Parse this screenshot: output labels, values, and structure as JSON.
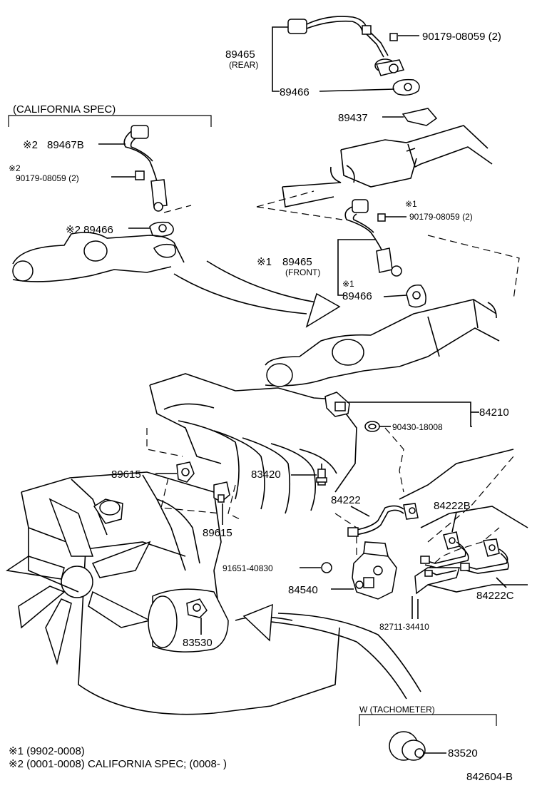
{
  "labels": {
    "rear_o2_sensor": "89465",
    "rear_note": "(REAR)",
    "rear_gasket": "89466",
    "rear_nut": "90179-08059 (2)",
    "heat_insulator": "89437",
    "cal_spec_header": "(CALIFORNIA SPEC)",
    "cal_mark_sensor": "※2",
    "cal_sensor": "89467B",
    "cal_mark_nut": "※2",
    "cal_nut": "90179-08059 (2)",
    "cal_gasket": "※2 89466",
    "front_mark_nut": "※1",
    "front_nut": "90179-08059 (2)",
    "front_mark_sensor": "※1",
    "front_o2_sensor": "89465",
    "front_note": "(FRONT)",
    "front_mark_gasket": "※1",
    "front_gasket": "89466",
    "knock_sensor_a": "89615",
    "knock_sensor_b": "89615",
    "temp_sensor": "83420",
    "sender_switch": "84210",
    "washer": "90430-18008",
    "wire_84222": "84222",
    "wire_84222b": "84222B",
    "wire_84222c": "84222C",
    "clip": "91651-40830",
    "switch_84540": "84540",
    "bracket_82711": "82711-34410",
    "oil_pressure": "83530",
    "tach_header": "W (TACHOMETER)",
    "tach_sender": "83520",
    "footnote_1": "※1  (9902-0008)",
    "footnote_2": "※2  (0001-0008) CALIFORNIA SPEC; (0008-     )",
    "figure_code": "842604-B"
  }
}
